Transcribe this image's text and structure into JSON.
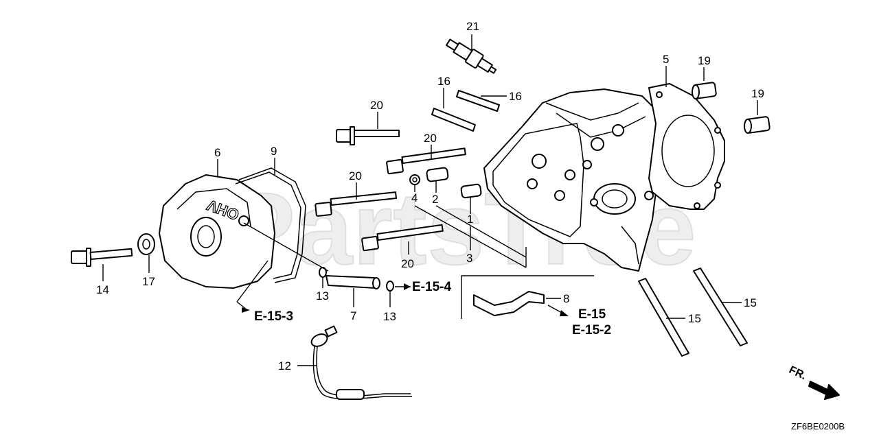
{
  "watermark": "PartsTree",
  "diagram_code": "ZF6BE0200B",
  "direction_label": "FR.",
  "embossed_text": "OHV",
  "callouts": {
    "c1": "1",
    "c2": "2",
    "c3": "3",
    "c4": "4",
    "c5": "5",
    "c6": "6",
    "c7": "7",
    "c8": "8",
    "c9": "9",
    "c12": "12",
    "c13a": "13",
    "c13b": "13",
    "c14": "14",
    "c15a": "15",
    "c15b": "15",
    "c16a": "16",
    "c16b": "16",
    "c17": "17",
    "c19a": "19",
    "c19b": "19",
    "c20a": "20",
    "c20b": "20",
    "c20c": "20",
    "c20d": "20",
    "c21": "21"
  },
  "references": {
    "e153": "E-15-3",
    "e154": "E-15-4",
    "e15": "E-15",
    "e152": "E-15-2"
  }
}
